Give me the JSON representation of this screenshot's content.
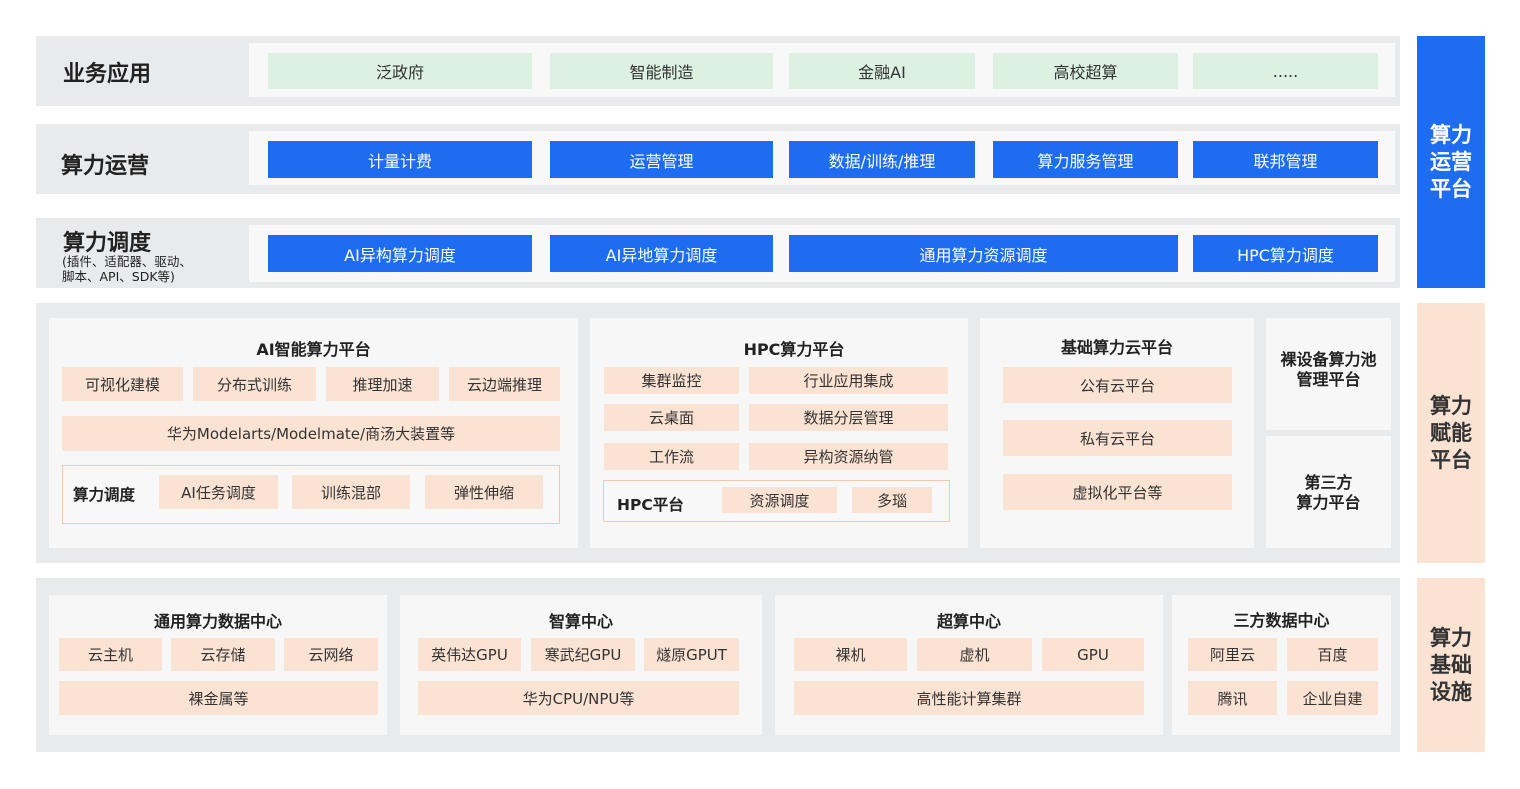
{
  "rows": {
    "app": {
      "label": "业务应用",
      "items": [
        "泛政府",
        "智能制造",
        "金融AI",
        "高校超算",
        "....."
      ]
    },
    "ops": {
      "label": "算力运营",
      "items": [
        "计量计费",
        "运营管理",
        "数据/训练/推理",
        "算力服务管理",
        "联邦管理"
      ]
    },
    "sched": {
      "label": "算力调度",
      "sublabel_1": "(插件、适配器、驱动、",
      "sublabel_2": "脚本、API、SDK等)",
      "items": [
        "AI异构算力调度",
        "AI异地算力调度",
        "通用算力资源调度",
        "HPC算力调度"
      ]
    }
  },
  "enable": {
    "ai": {
      "title": "AI智能算力平台",
      "chips": [
        "可视化建模",
        "分布式训练",
        "推理加速",
        "云边端推理"
      ],
      "wide": "华为Modelarts/Modelmate/商汤大装置等",
      "sched_label": "算力调度",
      "sched_items": [
        "AI任务调度",
        "训练混部",
        "弹性伸缩"
      ]
    },
    "hpc": {
      "title": "HPC算力平台",
      "left": [
        "集群监控",
        "云桌面",
        "工作流"
      ],
      "right": [
        "行业应用集成",
        "数据分层管理",
        "异构资源纳管"
      ],
      "inner_label": "HPC平台",
      "inner_items": [
        "资源调度",
        "多瑙"
      ]
    },
    "cloud": {
      "title": "基础算力云平台",
      "items": [
        "公有云平台",
        "私有云平台",
        "虚拟化平台等"
      ]
    },
    "bare": {
      "line1": "裸设备算力池",
      "line2": "管理平台"
    },
    "third": {
      "line1": "第三方",
      "line2": "算力平台"
    }
  },
  "infra": {
    "general": {
      "title": "通用算力数据中心",
      "chips": [
        "云主机",
        "云存储",
        "云网络"
      ],
      "wide": "裸金属等"
    },
    "smart": {
      "title": "智算中心",
      "chips": [
        "英伟达GPU",
        "寒武纪GPU",
        "燧原GPUT"
      ],
      "wide": "华为CPU/NPU等"
    },
    "super": {
      "title": "超算中心",
      "chips": [
        "裸机",
        "虚机",
        "GPU"
      ],
      "wide": "高性能计算集群"
    },
    "third": {
      "title": "三方数据中心",
      "chips": [
        "阿里云",
        "百度",
        "腾讯",
        "企业自建"
      ]
    }
  },
  "side": {
    "ops": [
      "算力",
      "运营",
      "平台"
    ],
    "enable": [
      "算力",
      "赋能",
      "平台"
    ],
    "infra": [
      "算力",
      "基础",
      "设施"
    ]
  },
  "colors": {
    "accent_blue": "#1e6cf0",
    "peach": "#fbe3d3",
    "green": "#dcf1e1",
    "band_gray": "#e9eaec"
  }
}
